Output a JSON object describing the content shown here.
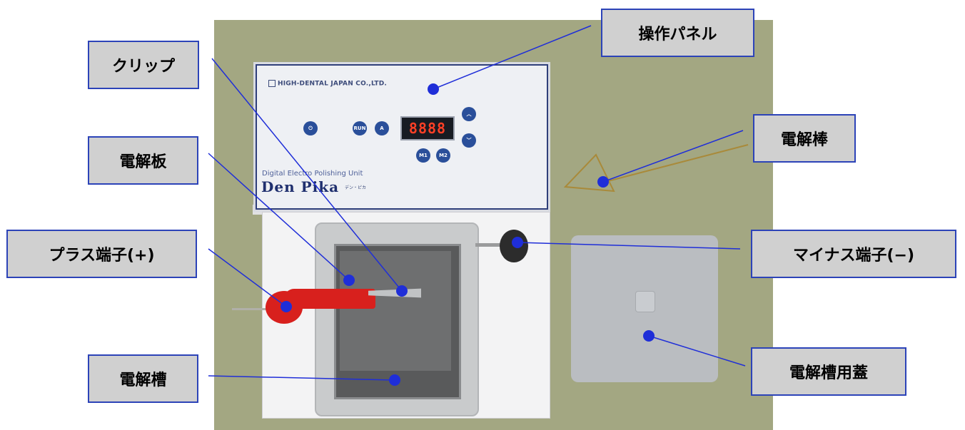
{
  "labels": {
    "operation_panel": "操作パネル",
    "clip": "クリップ",
    "electrolytic_rod": "電解棒",
    "electrolytic_plate": "電解板",
    "plus_terminal": "プラス端子(+)",
    "minus_terminal": "マイナス端子(−)",
    "electrolytic_tank": "電解槽",
    "tank_lid": "電解槽用蓋"
  },
  "device": {
    "maker": "HIGH-DENTAL JAPAN CO.,LTD.",
    "product_line": "Digital Electro Polishing Unit",
    "brand": "Den Pika",
    "brand_sub": "デン・ピカ",
    "display": "8888",
    "buttons": {
      "power": "⏻",
      "run": "RUN",
      "a": "A",
      "m1": "M1",
      "m2": "M2",
      "up": "︿",
      "down": "﹀"
    }
  },
  "colors": {
    "background": "#a3a782",
    "label_fill": "#d0d0d0",
    "label_border": "#2c43b8",
    "leader_line": "#1f2ed8",
    "panel_button": "#2a4f9a",
    "display_text": "#ff4026"
  }
}
